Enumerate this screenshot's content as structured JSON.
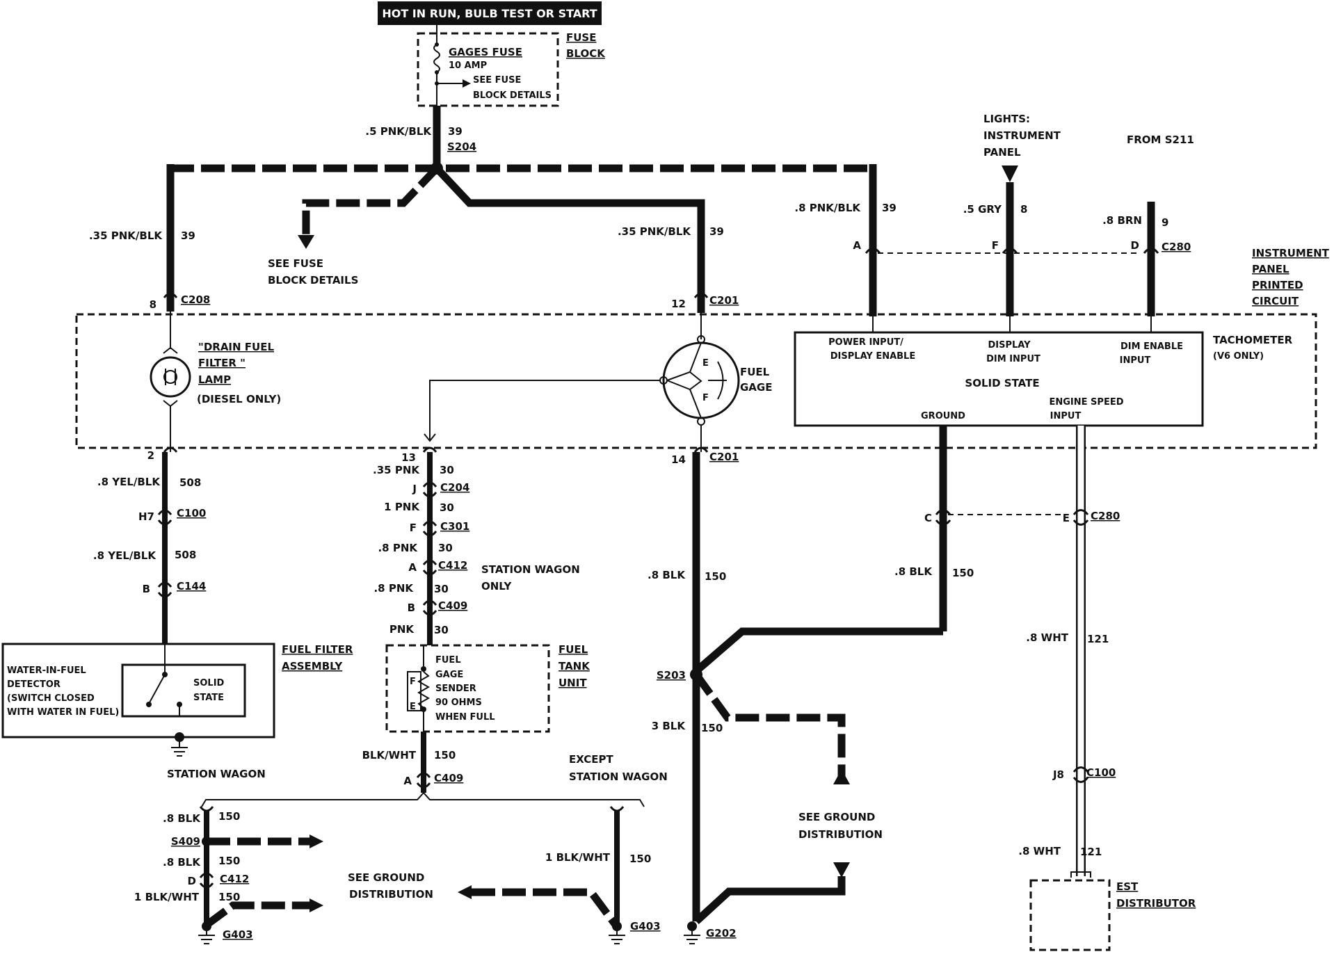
{
  "header": "HOT IN RUN, BULB TEST OR START",
  "fuse_block": {
    "label1": "FUSE",
    "label2": "BLOCK",
    "fuse_name": "GAGES FUSE",
    "rating": "10 AMP",
    "note1": "SEE FUSE",
    "note2": "BLOCK DETAILS"
  },
  "splices": {
    "s204": "S204",
    "s203": "S203",
    "s409": "S409",
    "from_s211": "FROM S211"
  },
  "wires": {
    "w_top": ".5 PNK/BLK",
    "c_top": "39",
    "w_left": ".35 PNK/BLK",
    "c_left": "39",
    "w_mid": ".35 PNK/BLK",
    "c_mid": "39",
    "w_tach": ".8 PNK/BLK",
    "c_tach": "39",
    "w_gry": ".5 GRY",
    "c_gry": "8",
    "w_brn": ".8 BRN",
    "c_brn": "9",
    "w_yel1": ".8 YEL/BLK",
    "c_yel1": "508",
    "w_yel2": ".8 YEL/BLK",
    "c_yel2": "508",
    "w_pnk1": ".35 PNK",
    "c_pnk1": "30",
    "w_pnk2": "1 PNK",
    "c_pnk2": "30",
    "w_pnk3": ".8 PNK",
    "c_pnk3": "30",
    "w_pnk4": ".8 PNK",
    "c_pnk4": "30",
    "w_pnk5": "PNK",
    "c_pnk5": "30",
    "w_blk1": ".8 BLK",
    "c_blk1": "150",
    "w_blk2": ".8 BLK",
    "c_blk2": "150",
    "w_blk3": "3 BLK",
    "c_blk3": "150",
    "w_wht1": ".8 WHT",
    "c_wht1": "121",
    "w_wht2": ".8 WHT",
    "c_wht2": "121",
    "w_blkwht": "BLK/WHT",
    "c_blkwht": "150",
    "w_sw1": ".8 BLK",
    "c_sw1": "150",
    "w_sw2": ".8 BLK",
    "c_sw2": "150",
    "w_sw3": "1 BLK/WHT",
    "c_sw3": "150",
    "w_ex": "1 BLK/WHT",
    "c_ex": "150"
  },
  "connectors": {
    "c208": "C208",
    "p208": "8",
    "c201a": "C201",
    "p201a": "12",
    "c201b": "C201",
    "p201b": "14",
    "c280a": "C280",
    "pA": "A",
    "pF": "F",
    "pD": "D",
    "c280b": "C280",
    "pC": "C",
    "pE": "E",
    "p2": "2",
    "c100a": "C100",
    "pH7": "H7",
    "c144": "C144",
    "pB1": "B",
    "p13": "13",
    "c204": "C204",
    "pJ": "J",
    "c301": "C301",
    "pF2": "F",
    "c412a": "C412",
    "pA2": "A",
    "c409a": "C409",
    "pB2": "B",
    "c409b": "C409",
    "pA3": "A",
    "c412b": "C412",
    "pD2": "D",
    "c100b": "C100",
    "pJ8": "J8"
  },
  "grounds": {
    "g403a": "G403",
    "g403b": "G403",
    "g202": "G202"
  },
  "labels": {
    "see_fuse1": "SEE FUSE",
    "see_fuse2": "BLOCK DETAILS",
    "lights1": "LIGHTS:",
    "lights2": "INSTRUMENT",
    "lights3": "PANEL",
    "ip1": "INSTRUMENT",
    "ip2": "PANEL",
    "ip3": "PRINTED",
    "ip4": "CIRCUIT",
    "lamp1": "\"DRAIN FUEL",
    "lamp2": "FILTER \"",
    "lamp3": "LAMP",
    "lamp4": "(DIESEL ONLY)",
    "gage1": "FUEL",
    "gage2": "GAGE",
    "gage_e": "E",
    "gage_f": "F",
    "tach1": "TACHOMETER",
    "tach2": "(V6 ONLY)",
    "tach_power1": "POWER INPUT/",
    "tach_power2": "DISPLAY ENABLE",
    "tach_disp1": "DISPLAY",
    "tach_disp2": "DIM INPUT",
    "tach_dim1": "DIM ENABLE",
    "tach_dim2": "INPUT",
    "tach_ss": "SOLID STATE",
    "tach_gnd": "GROUND",
    "tach_eng1": "ENGINE SPEED",
    "tach_eng2": "INPUT",
    "sw_only1": "STATION WAGON",
    "sw_only2": "ONLY",
    "tank1": "FUEL",
    "tank2": "TANK",
    "tank3": "UNIT",
    "sender1": "FUEL",
    "sender2": "GAGE",
    "sender3": "SENDER",
    "sender4": "90 OHMS",
    "sender5": "WHEN FULL",
    "sender_f": "F",
    "sender_e": "E",
    "ffa1": "FUEL FILTER",
    "ffa2": "ASSEMBLY",
    "wif1": "WATER-IN-FUEL",
    "wif2": "DETECTOR",
    "wif3": "(SWITCH CLOSED",
    "wif4": "WITH WATER IN FUEL)",
    "ss1": "SOLID",
    "ss2": "STATE",
    "station_wagon": "STATION WAGON",
    "except1": "EXCEPT",
    "except2": "STATION WAGON",
    "see_gnd_a1": "SEE GROUND",
    "see_gnd_a2": "DISTRIBUTION",
    "see_gnd_b1": "SEE GROUND",
    "see_gnd_b2": "DISTRIBUTION",
    "est1": "EST",
    "est2": "DISTRIBUTOR"
  }
}
